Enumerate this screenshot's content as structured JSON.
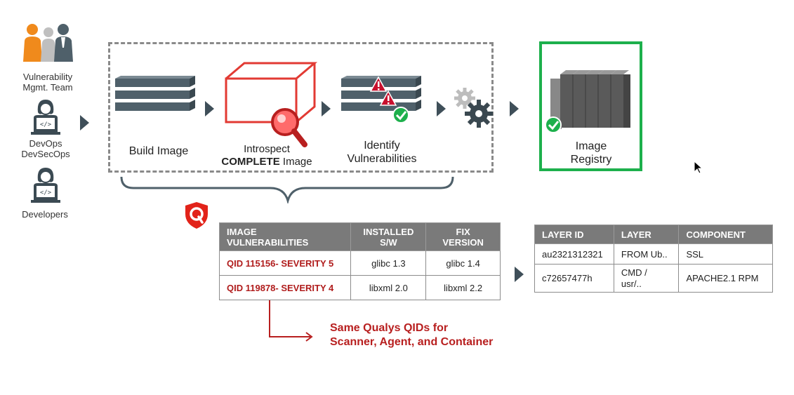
{
  "roles": [
    {
      "label": "Vulnerability\nMgmt. Team",
      "icon": "team-icon"
    },
    {
      "label": "DevOps\nDevSecOps",
      "icon": "devops-person-icon"
    },
    {
      "label": "Developers",
      "icon": "developer-icon"
    }
  ],
  "steps": {
    "build": "Build Image",
    "introspect_line1": "Introspect",
    "introspect_bold": "COMPLETE",
    "introspect_rest": " Image",
    "identify": "Identify\nVulnerabilities",
    "registry": "Image\nRegistry"
  },
  "vuln_table": {
    "headers": [
      "IMAGE\nVULNERABILITIES",
      "INSTALLED\nS/W",
      "FIX\nVERSION"
    ],
    "rows": [
      [
        "QID 115156- SEVERITY 5",
        "glibc 1.3",
        "glibc 1.4"
      ],
      [
        "QID 119878- SEVERITY 4",
        "libxml 2.0",
        "libxml 2.2"
      ]
    ]
  },
  "layer_table": {
    "headers": [
      "LAYER ID",
      "LAYER",
      "COMPONENT"
    ],
    "rows": [
      [
        "au2321312321",
        "FROM Ub..",
        "SSL"
      ],
      [
        "c72657477h",
        "CMD /\nusr/..",
        "APACHE2.1 RPM"
      ]
    ]
  },
  "note": "Same Qualys QIDs for\nScanner, Agent, and Container",
  "colors": {
    "accent_red": "#b81f1f",
    "registry_green": "#1db04c",
    "layer_slate": "#4f606a",
    "arrow": "#3f4f59"
  }
}
